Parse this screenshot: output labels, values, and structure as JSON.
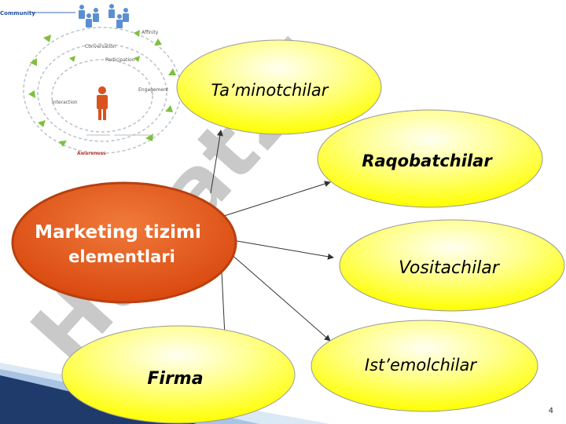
{
  "slide": {
    "page_number": "4",
    "watermark": "Hujjat24"
  },
  "center": {
    "line1": "Marketing tizimi",
    "line2": "elementlari"
  },
  "nodes": {
    "taminotchilar": "Ta’minotchilar",
    "raqobatchilar": "Raqobatchilar",
    "vositachilar": "Vositachilar",
    "istemolchilar": "Ist’emolchilar",
    "firma": "Firma"
  },
  "engagement_graphic": {
    "labels": {
      "community": "Community",
      "affinity": "Affinity",
      "conversation": "Conversation",
      "participation": "Participation",
      "engagement": "Engagement",
      "interaction": "Interaction",
      "awareness": "Awareness"
    }
  },
  "colors": {
    "center_fill": "#e0521c",
    "center_stroke": "#b8400f",
    "node_fill_light": "#fdfde0",
    "node_fill_dark": "#ffff00",
    "watermark": "#c0c0c0",
    "awareness": "#c0392b"
  }
}
